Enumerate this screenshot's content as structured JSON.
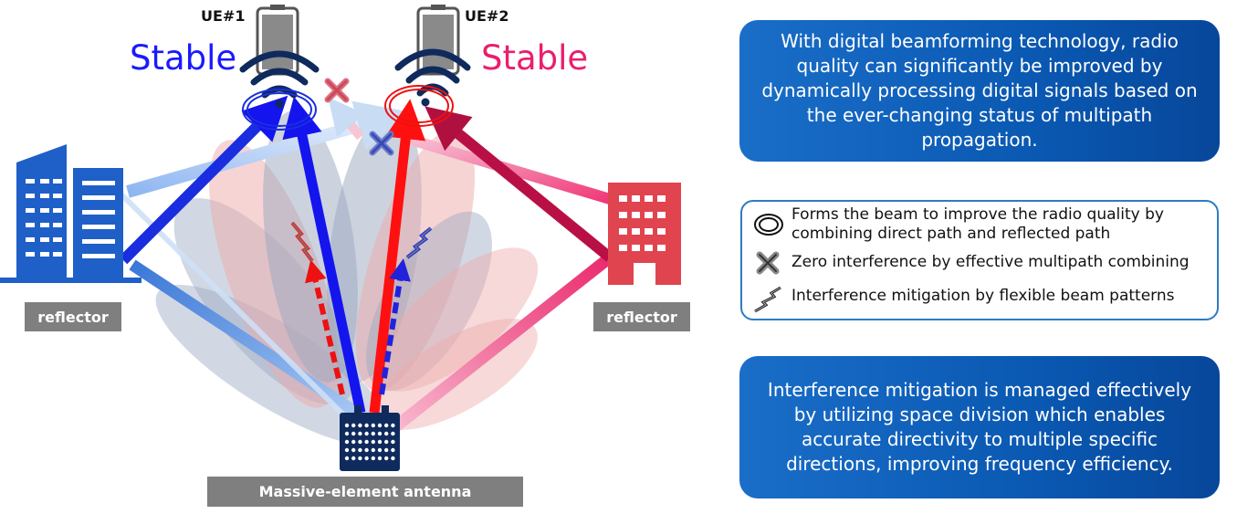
{
  "ue1": {
    "label": "UE#1",
    "status": "Stable",
    "color": "#1a1aff"
  },
  "ue2": {
    "label": "UE#2",
    "status": "Stable",
    "color": "#ea1e6e"
  },
  "reflector_left": {
    "label": "reflector",
    "color": "#1f5fc8"
  },
  "reflector_right": {
    "label": "reflector",
    "color": "#e0444f"
  },
  "antenna": {
    "label": "Massive-element antenna",
    "color": "#0f2a5c"
  },
  "top_box": {
    "text": "With digital beamforming technology, radio quality can significantly be improved by dynamically processing digital signals based on the ever-changing status of multipath propagation."
  },
  "legend": {
    "items": [
      {
        "icon": "double-circle-icon",
        "text": "Forms the beam to improve the radio quality by combining direct path and reflected path"
      },
      {
        "icon": "x-mark-icon",
        "text": "Zero interference by effective multipath combining"
      },
      {
        "icon": "lightning-icon",
        "text": "Interference mitigation by flexible beam patterns"
      }
    ]
  },
  "bottom_box": {
    "text": "Interference mitigation is managed effectively by utilizing space division which enables accurate directivity to multiple specific directions, improving frequency efficiency."
  }
}
